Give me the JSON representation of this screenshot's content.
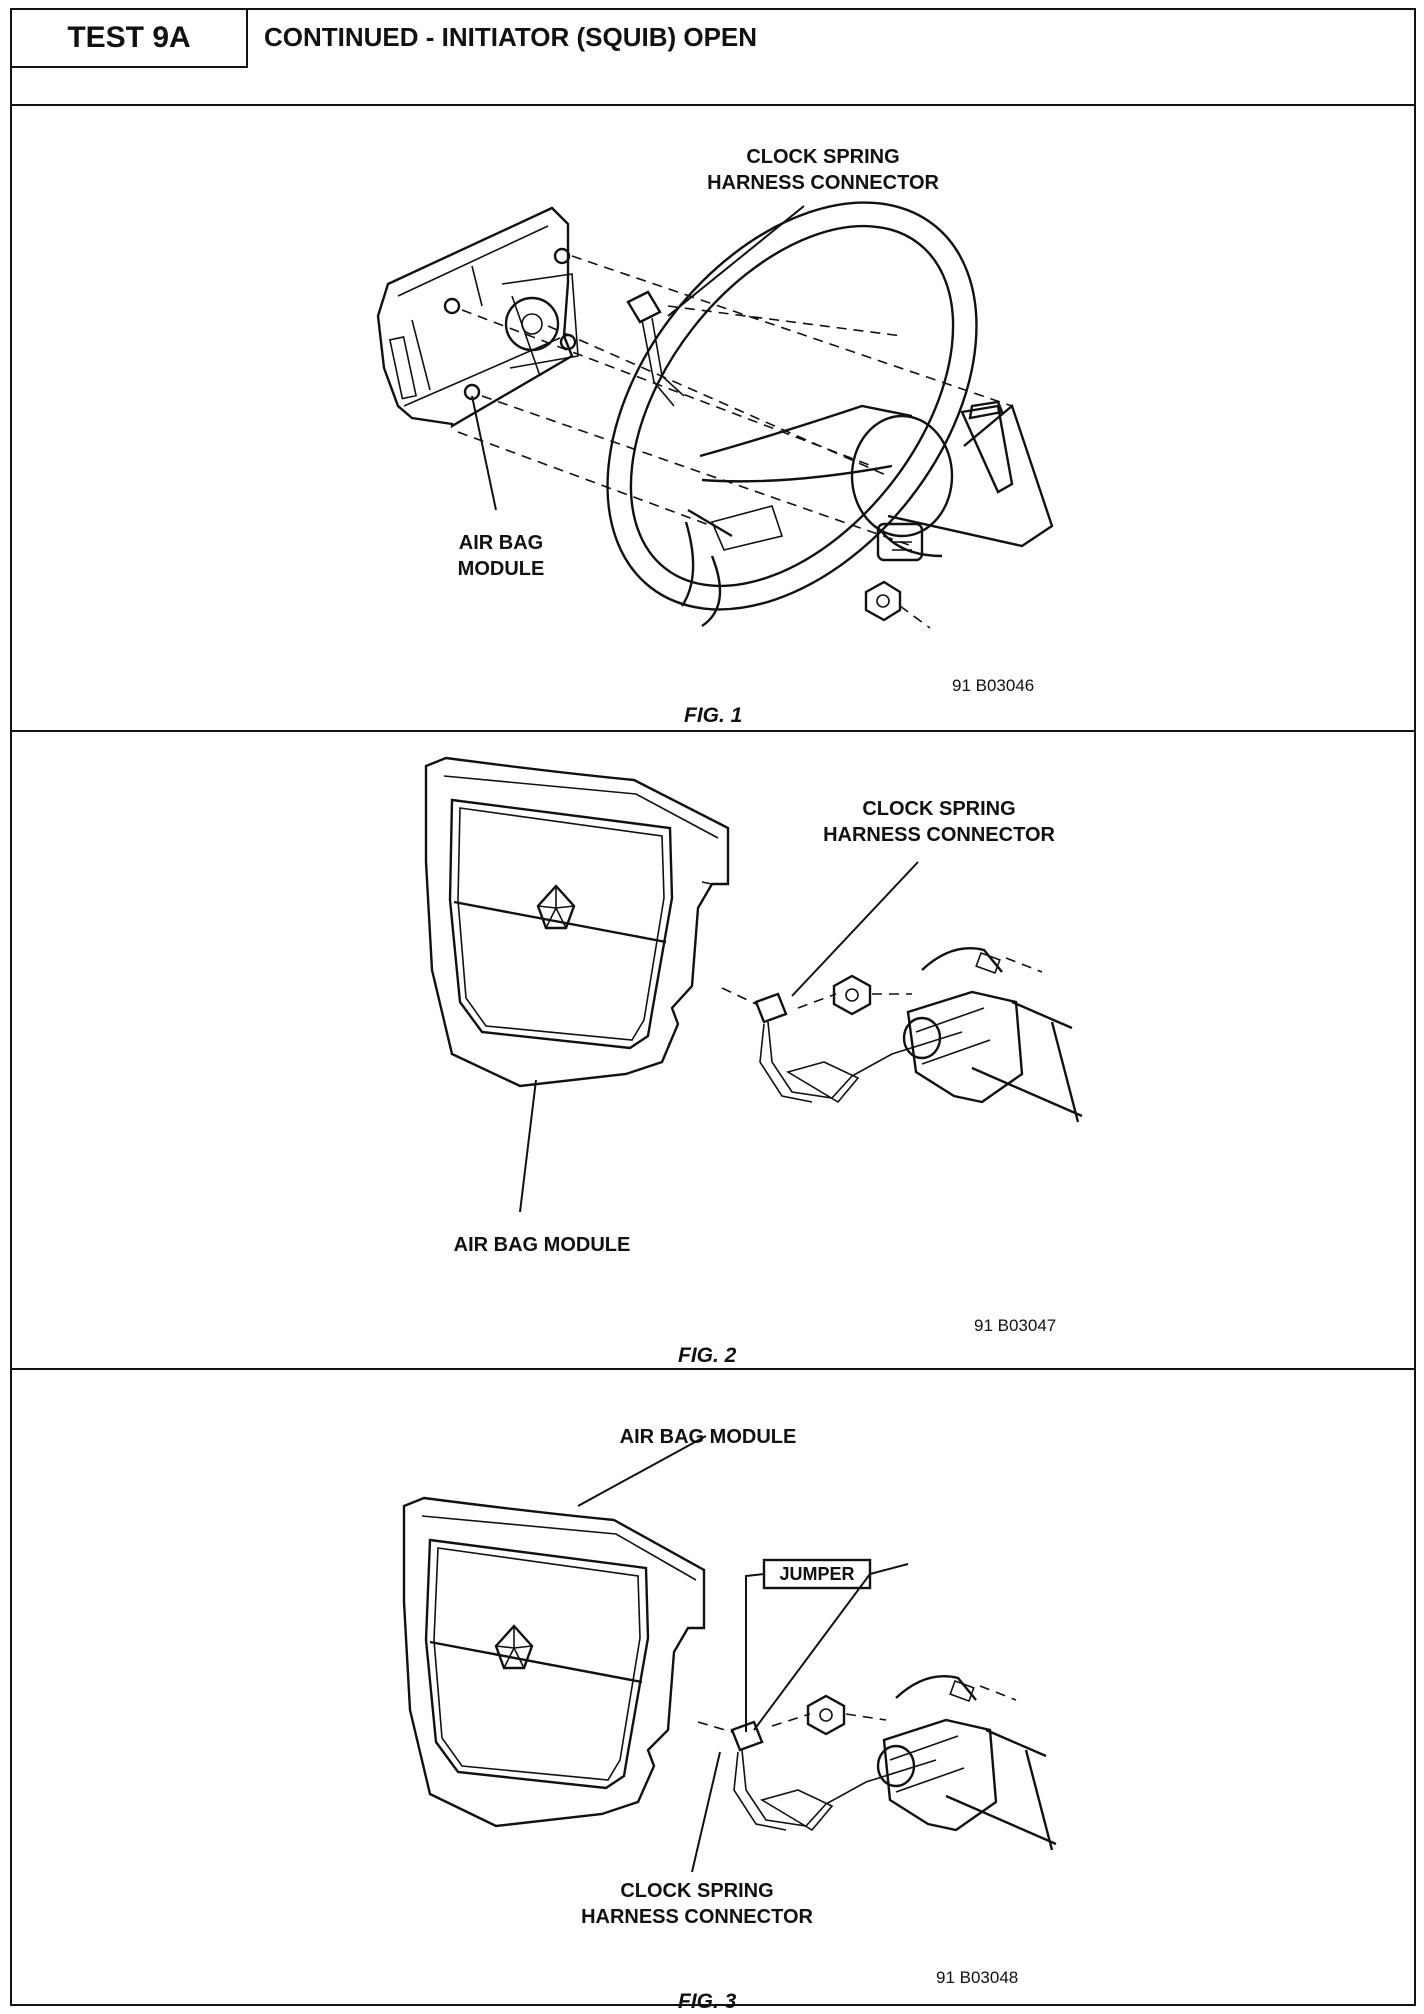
{
  "header": {
    "test_id": "TEST 9A",
    "title": "CONTINUED - INITIATOR (SQUIB) OPEN"
  },
  "figures": [
    {
      "caption": "FIG. 1",
      "code": "91 B03046",
      "labels": {
        "connector": "CLOCK SPRING\nHARNESS CONNECTOR",
        "module": "AIR BAG\nMODULE"
      }
    },
    {
      "caption": "FIG. 2",
      "code": "91 B03047",
      "labels": {
        "connector": "CLOCK SPRING\nHARNESS CONNECTOR",
        "module": "AIR BAG MODULE"
      }
    },
    {
      "caption": "FIG. 3",
      "code": "91 B03048",
      "labels": {
        "module": "AIR BAG MODULE",
        "jumper": "JUMPER",
        "connector": "CLOCK SPRING\nHARNESS CONNECTOR"
      }
    }
  ]
}
